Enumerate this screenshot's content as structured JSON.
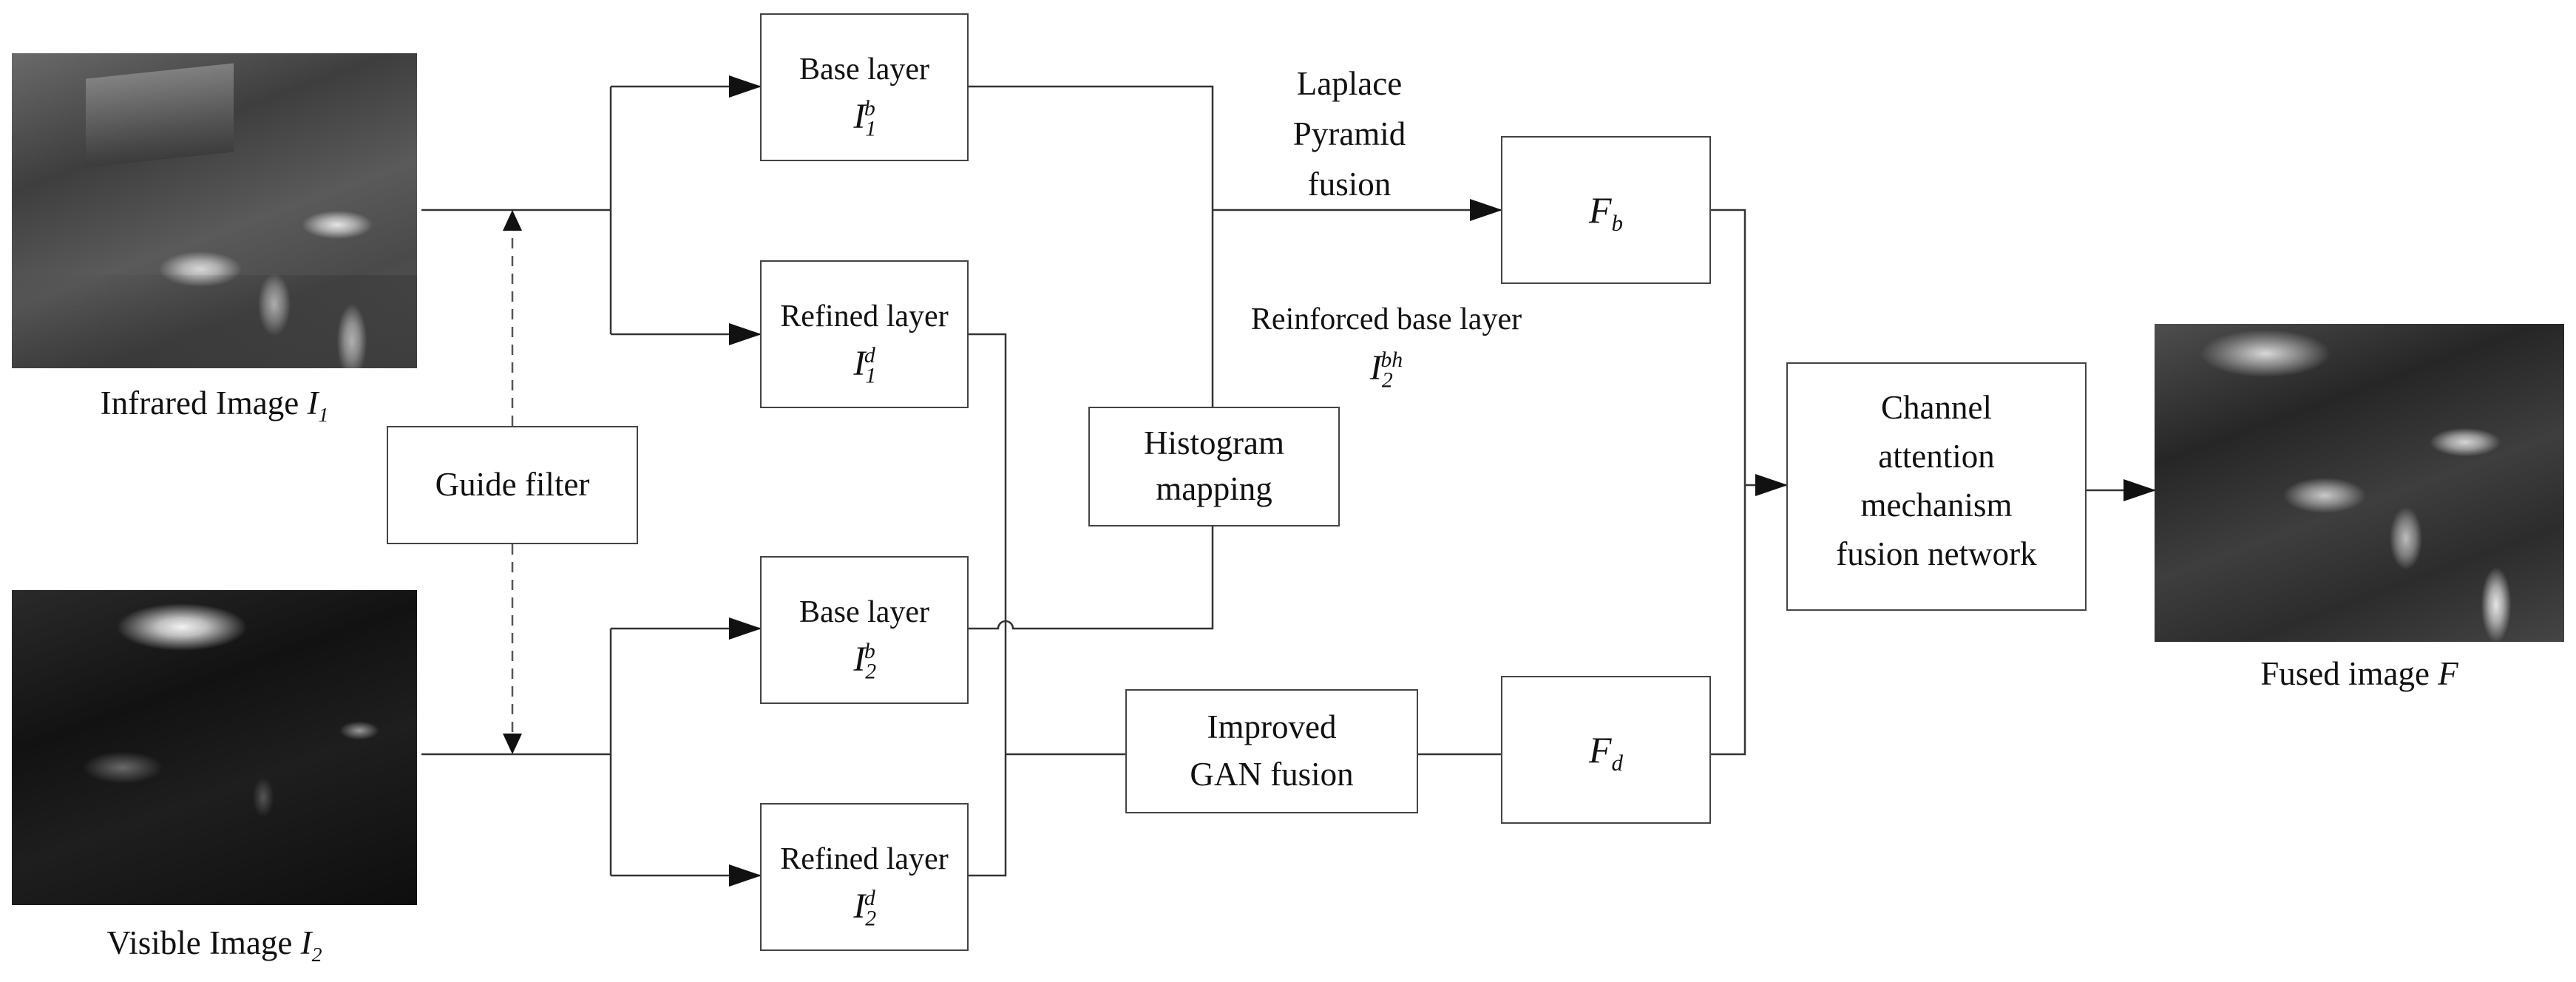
{
  "inputs": {
    "infrared": {
      "caption": "Infrared Image",
      "symbol": "I",
      "subscript": "1"
    },
    "visible": {
      "caption": "Visible Image",
      "symbol": "I",
      "subscript": "2"
    }
  },
  "filter": {
    "label": "Guide filter"
  },
  "decomposition": {
    "ir_base": {
      "label": "Base layer",
      "symbol": "I",
      "sub": "1",
      "sup": "b"
    },
    "ir_refined": {
      "label": "Refined layer",
      "symbol": "I",
      "sub": "1",
      "sup": "d"
    },
    "vis_base": {
      "label": "Base layer",
      "symbol": "I",
      "sub": "2",
      "sup": "b"
    },
    "vis_refined": {
      "label": "Refined layer",
      "symbol": "I",
      "sub": "2",
      "sup": "d"
    }
  },
  "histogram": {
    "line1": "Histogram",
    "line2": "mapping"
  },
  "reinforced": {
    "label": "Reinforced base layer",
    "symbol": "I",
    "sub": "2",
    "sup": "bh"
  },
  "laplace": {
    "line1": "Laplace",
    "line2": "Pyramid",
    "line3": "fusion"
  },
  "gan": {
    "line1": "Improved",
    "line2": "GAN fusion"
  },
  "fused_base": {
    "symbol": "F",
    "sub": "b"
  },
  "fused_detail": {
    "symbol": "F",
    "sub": "d"
  },
  "attention": {
    "line1": "Channel",
    "line2": "attention",
    "line3": "mechanism",
    "line4": "fusion network"
  },
  "output": {
    "caption": "Fused image",
    "symbol": "F"
  },
  "colors": {
    "line": "#333333",
    "box_border": "#444444"
  }
}
